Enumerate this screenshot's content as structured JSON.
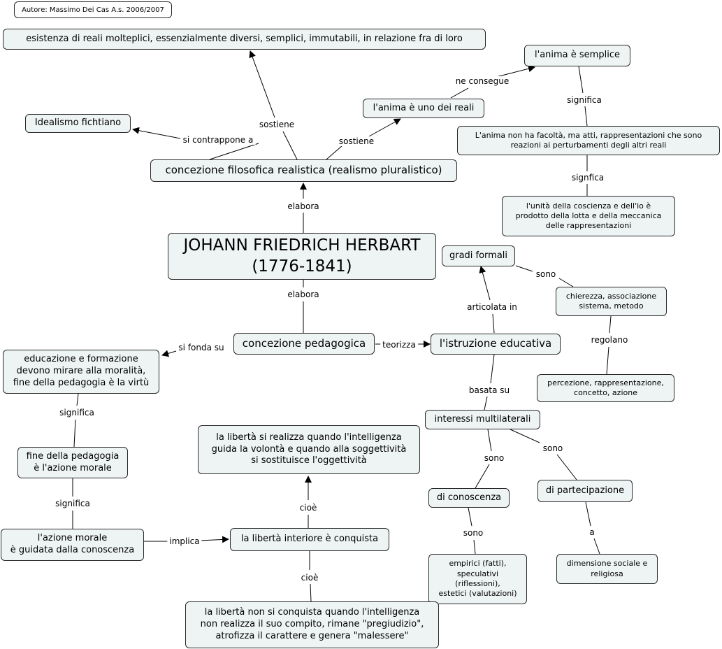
{
  "author": "Autore: Massimo Dei Cas A.s. 2006/2007",
  "nodes": {
    "herbart": "JOHANN FRIEDRICH HERBART\n(1776-1841)",
    "realismo": "concezione filosofica realistica (realismo pluralistico)",
    "esistenza": "esistenza di reali molteplici, essenzialmente diversi, semplici, immutabili, in relazione fra di loro",
    "idealismo": "Idealismo fichtiano",
    "anima_reali": "l'anima è uno dei reali",
    "anima_semplice": "l'anima è semplice",
    "anima_facolta": "L'anima non ha facoltà, ma atti, rappresentazioni che sono\nreazioni ai perturbamenti degli altri reali",
    "unita": "l'unità della coscienza e dell'io è\nprodotto della lotta e della meccanica\ndelle rappresentazioni",
    "pedagogica": "concezione pedagogica",
    "istruzione": "l'istruzione educativa",
    "gradi": "gradi formali",
    "chiarezza": "chierezza, associazione\nsistema, metodo",
    "percezione": "percezione, rappresentazione,\nconcetto, azione",
    "interessi": "interessi multilaterali",
    "conoscenza": "di conoscenza",
    "partecipazione": "di partecipazione",
    "empirici": "empirici (fatti),\nspeculativi\n(riflessioni),\nestetici (valutazioni)",
    "sociale": "dimensione sociale e\nreligiosa",
    "educazione": "educazione e formazione\ndevono mirare alla moralità,\nfine della pedagogia è la virtù",
    "fine": "fine della pedagogia\nè l'azione morale",
    "azione": "l'azione morale\nè guidata dalla conoscenza",
    "liberta_interiore": "la libertà interiore è conquista",
    "liberta_realizza": "la libertà si realizza quando l'intelligenza\nguida la volontà e quando alla soggettività\nsi sostituisce l'oggettività",
    "liberta_non": "la libertà non si conquista quando l'intelligenza\nnon realizza il suo compito, rimane \"pregiudizio\",\natrofizza il carattere e genera \"malessere\""
  },
  "links": {
    "elabora_top": "elabora",
    "elabora_bottom": "elabora",
    "sostiene_left": "sostiene",
    "sostiene_right": "sostiene",
    "si_contrappone": "si contrappone a",
    "ne_consegue": "ne consegue",
    "significa_anima": "significa",
    "signfica": "signfica",
    "si_fonda_su": "si fonda su",
    "teorizza": "teorizza",
    "articolata_in": "articolata in",
    "sono_gradi": "sono",
    "regolano": "regolano",
    "basata_su": "basata su",
    "sono_conoscenza": "sono",
    "sono_partecipazione": "sono",
    "sono_empirici": "sono",
    "a": "a",
    "significa_educazione": "significa",
    "significa_fine": "significa",
    "implica": "implica",
    "cioe_up": "cioè",
    "cioe_down": "cioè"
  }
}
